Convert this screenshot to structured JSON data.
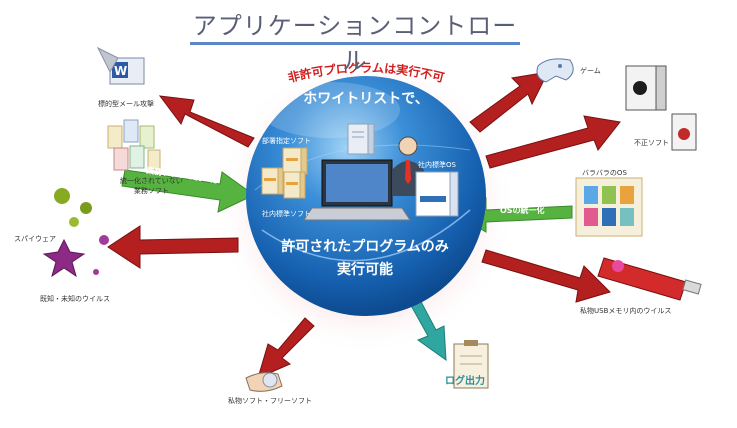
{
  "title": "アプリケーションコントロール",
  "circle": {
    "arc_text": "非許可プログラムは実行不可",
    "whitelist_label": "ホワイトリストで、",
    "main_line1": "許可されたプログラムのみ",
    "main_line2": "実行可能",
    "dept_software": "部署指定ソフト",
    "internal_software": "社内標準ソフト",
    "internal_os": "社内標準OS"
  },
  "inbound": {
    "business_arrow": "業務ソフトの統一化",
    "os_arrow": "OSの統一化"
  },
  "blocked": {
    "targeted_mail": "標的型メール攻撃",
    "unmanaged_software": "統一化されていない業務ソフト",
    "unmanaged_software_line1": "統一化されていない",
    "unmanaged_software_line2": "業務ソフト",
    "spyware": "スパイウェア",
    "virus": "既知・未知のウイルス",
    "private_free_software": "私物ソフト・フリーソフト",
    "game": "ゲーム",
    "illegal_software": "不正ソフト",
    "mixed_os": "バラバラのOS",
    "usb_virus": "私物USBメモリ内のウイルス"
  },
  "log_output": "ログ出力",
  "colors": {
    "circle_blue": "#1a6fc4",
    "arrow_red": "#b3201f",
    "arrow_green": "#57b33f",
    "arrow_teal": "#2fa6a0",
    "title_line": "#5b86c7"
  }
}
